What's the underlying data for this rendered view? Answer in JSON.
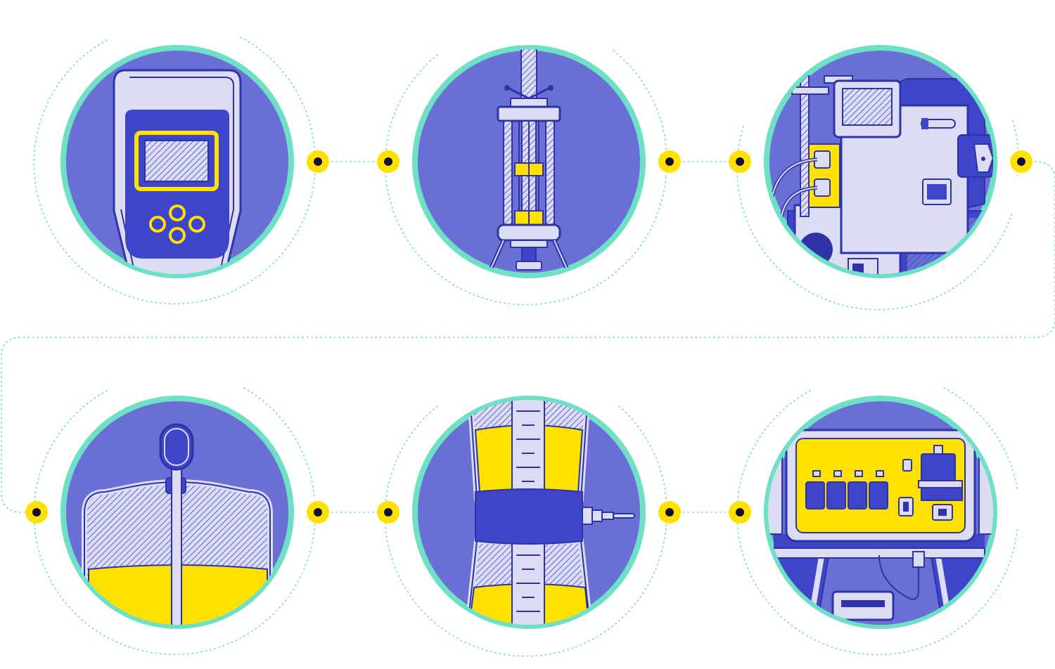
{
  "colors": {
    "background": "#ffffff",
    "ring": "#6ee0c6",
    "disc": "#6a6fd6",
    "dark_blue": "#3f45c8",
    "light_lilac": "#dcdcf5",
    "outline": "#2e33a8",
    "yellow": "#ffe100",
    "node_center": "#111133",
    "dotted_path": "#6ee0c6"
  },
  "steps": [
    {
      "id": 1,
      "icon": "handheld-meter-icon"
    },
    {
      "id": 2,
      "icon": "filter-press-column-icon"
    },
    {
      "id": 3,
      "icon": "laboratory-instrument-icon"
    },
    {
      "id": 4,
      "icon": "liquid-tank-with-probe-icon"
    },
    {
      "id": 5,
      "icon": "graduated-cylinder-with-valve-icon"
    },
    {
      "id": 6,
      "icon": "control-panel-cabinet-icon"
    }
  ]
}
